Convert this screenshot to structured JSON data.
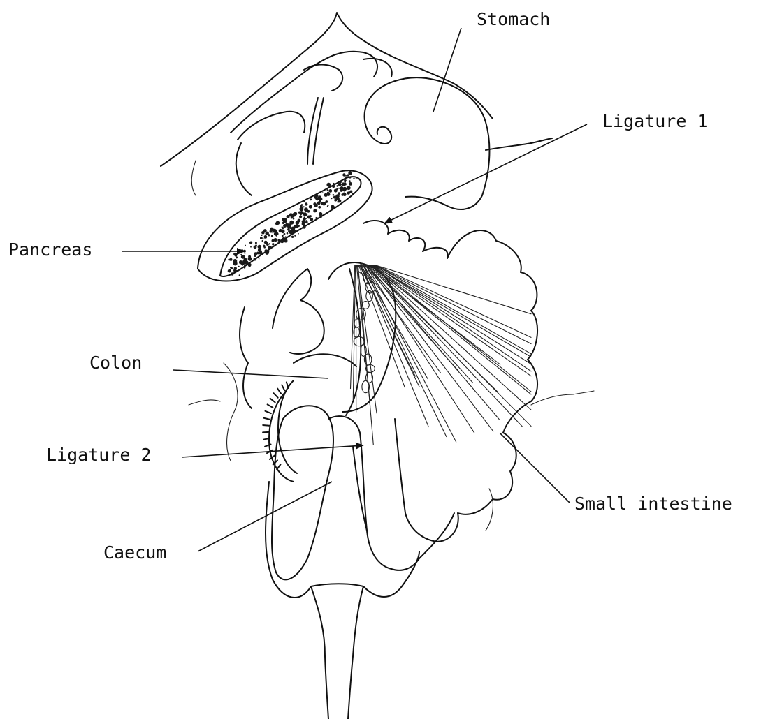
{
  "labels": {
    "stomach": "Stomach",
    "ligature1": "Ligature 1",
    "pancreas": "Pancreas",
    "colon": "Colon",
    "ligature2": "Ligature 2",
    "small_intestine": "Small intestine",
    "caecum": "Caecum"
  },
  "colors": {
    "ink": "#111111",
    "background": "#ffffff"
  }
}
